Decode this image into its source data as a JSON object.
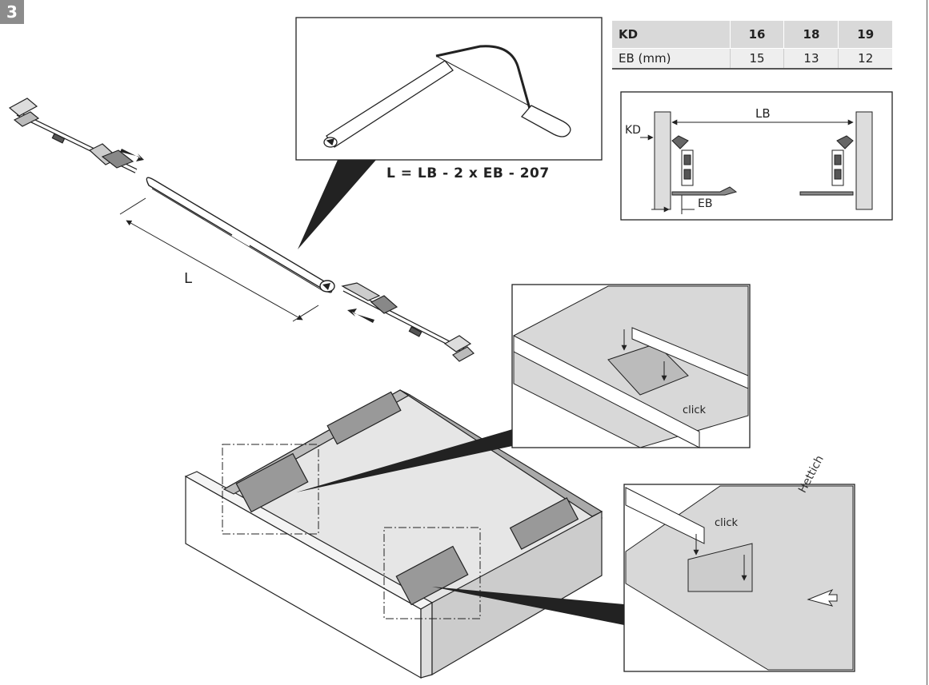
{
  "step_number": "3",
  "table": {
    "header": [
      "KD",
      "16",
      "18",
      "19"
    ],
    "row": [
      "EB (mm)",
      "15",
      "13",
      "12"
    ]
  },
  "formula": "L = LB - 2 x EB - 207",
  "length_label": "L",
  "detail_labels": {
    "kd": "KD",
    "lb": "LB",
    "eb": "EB"
  },
  "callouts": {
    "click_top": "click",
    "click_bottom": "click"
  },
  "brand": "Hettich",
  "colors": {
    "badge": "#8c8c8c",
    "line": "#222222",
    "panel": "#e6e6e6"
  }
}
